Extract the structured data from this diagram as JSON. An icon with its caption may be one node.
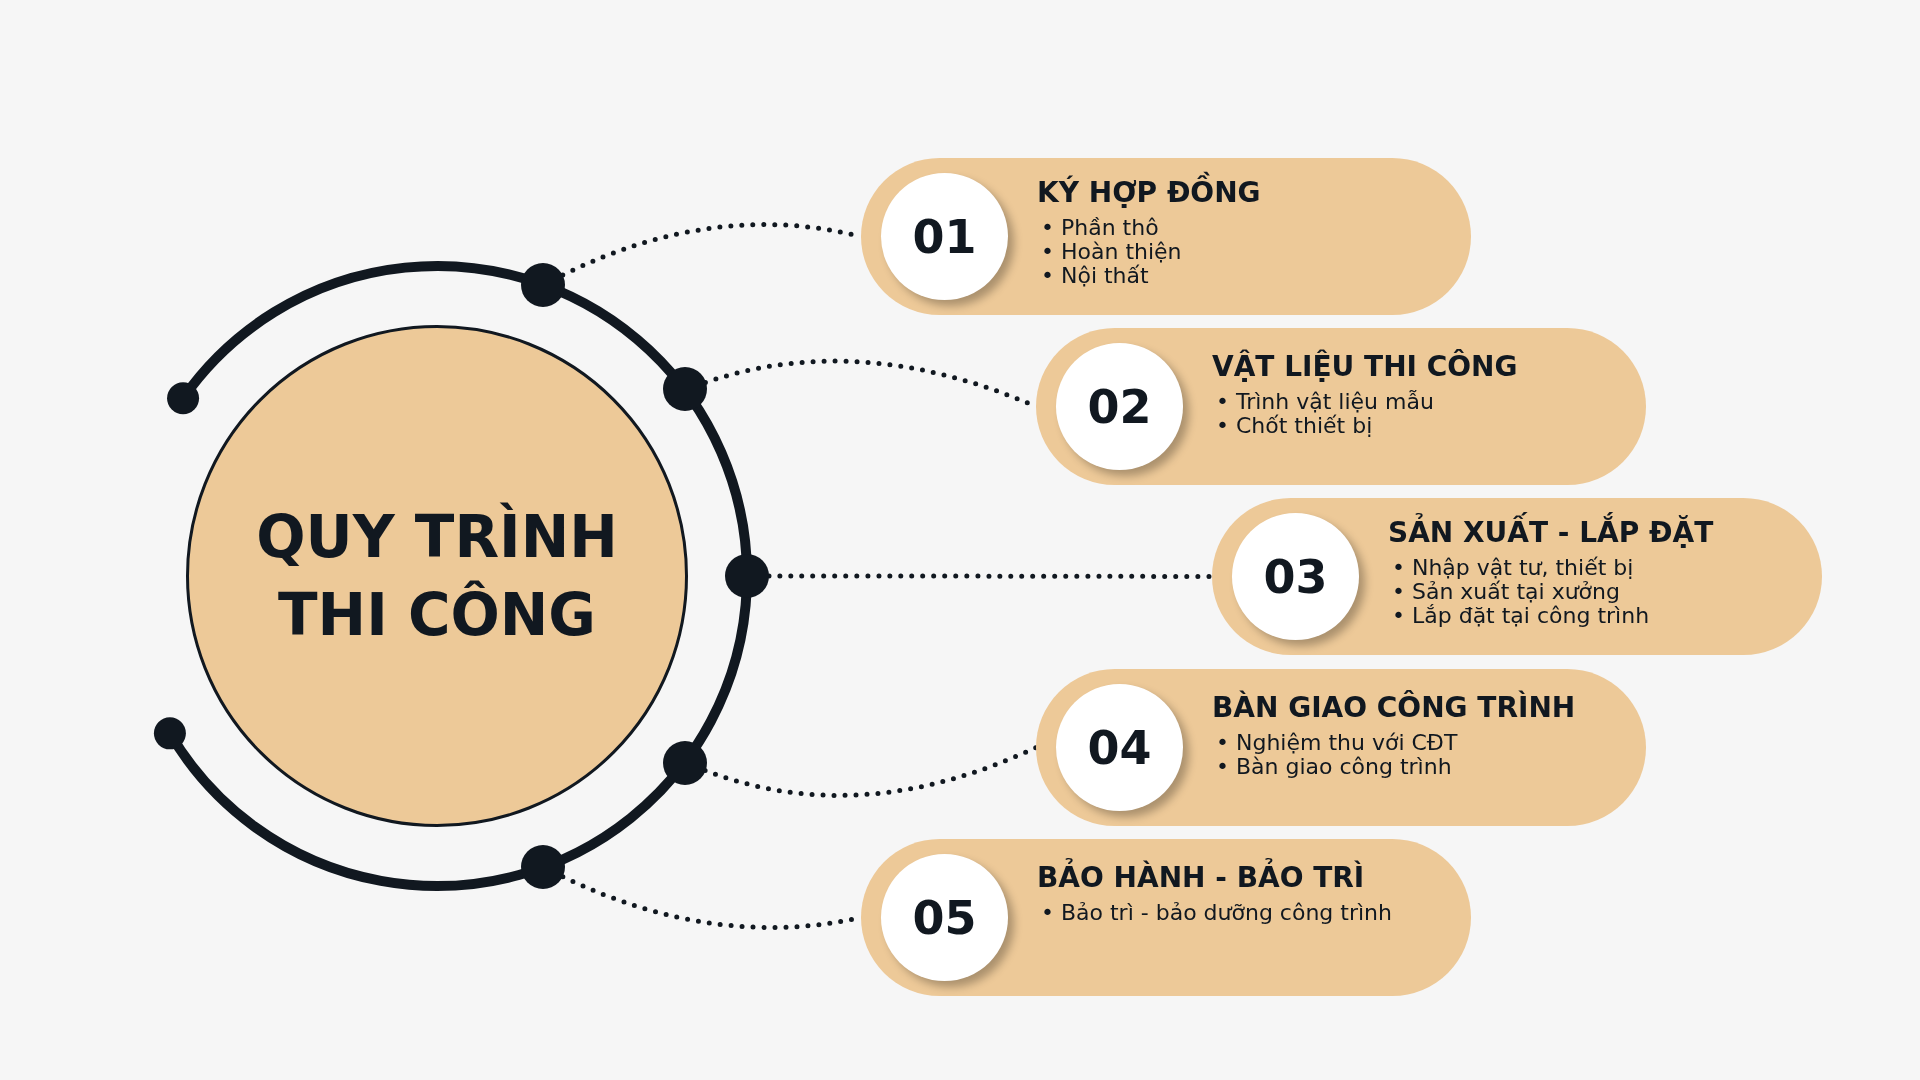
{
  "diagram": {
    "nodes": [
      {
        "text": [
          "QUY TRÌNH THI CÔNG"
        ]
      },
      {
        "text": [
          "KÝ HỢP ĐỒNG",
          "• Phần thô",
          "• Hoàn thiện",
          "• Nội thất"
        ]
      },
      {
        "text": [
          "01"
        ],
        "in": 1
      },
      {
        "text": [
          "VẬT LIỆU THI CÔNG",
          "• Trình vật liệu mẫu",
          "• Chốt thiết bị"
        ]
      },
      {
        "text": [
          "02"
        ],
        "in": 3
      },
      {
        "text": [
          "SẢN XUẤT - LẮP ĐẶT",
          "• Nhập vật tư, thiết bị",
          "• Sản xuất tại xưởng",
          "• Lắp đặt tại công trình"
        ]
      },
      {
        "text": [
          "03"
        ],
        "in": 5
      },
      {
        "text": [
          "BÀN GIAO CÔNG TRÌNH",
          "• Nghiệm thu với CĐT",
          "• Bàn giao công trình"
        ]
      },
      {
        "text": [
          "04"
        ],
        "in": 7
      },
      {
        "text": [
          "BẢO HÀNH - BẢO TRÌ",
          "• Bảo trì - bảo dưỡng công trình"
        ]
      },
      {
        "text": [
          "05"
        ],
        "in": 9
      },
      {
        "text": [],
        "shape": "circle"
      },
      {
        "text": [],
        "shape": "circle"
      },
      {
        "text": [],
        "shape": "circle"
      },
      {
        "text": [],
        "shape": "circle"
      },
      {
        "text": [],
        "shape": "circle"
      }
    ],
    "edges": [
      {
        "from": 11,
        "to": 1,
        "arrow": "none",
        "style": "dashed"
      },
      {
        "from": 12,
        "to": 3,
        "arrow": "none",
        "style": "dashed"
      },
      {
        "from": 13,
        "to": 5,
        "arrow": "none",
        "style": "dashed"
      },
      {
        "from": 14,
        "to": 7,
        "arrow": "none",
        "style": "dashed"
      },
      {
        "from": 15,
        "to": 9,
        "arrow": "none",
        "style": "dashed"
      }
    ]
  }
}
